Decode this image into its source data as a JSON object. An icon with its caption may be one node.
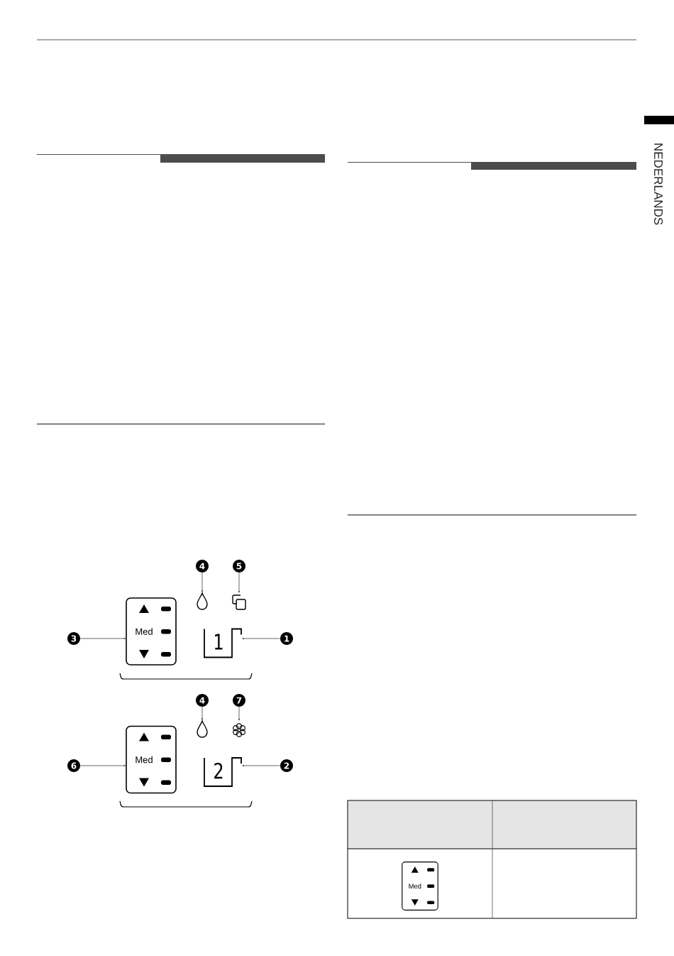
{
  "diagram": {
    "nodes": [
      {
        "text": [
          "4"
        ]
      },
      {
        "text": [
          "5"
        ]
      },
      {
        "text": [
          "3"
        ]
      },
      {
        "text": [
          "1"
        ]
      },
      {
        "text": [
          "Med"
        ]
      },
      {
        "text": [],
        "shape": "drop"
      },
      {
        "text": [],
        "shape": "copy"
      },
      {
        "text": [
          "1"
        ]
      },
      {
        "text": [
          "4"
        ]
      },
      {
        "text": [
          "7"
        ]
      },
      {
        "text": [
          "6"
        ]
      },
      {
        "text": [
          "2"
        ]
      },
      {
        "text": [
          "Med"
        ]
      },
      {
        "text": [],
        "shape": "drop"
      },
      {
        "text": [],
        "shape": "flower"
      },
      {
        "text": [
          "2"
        ]
      },
      {
        "text": [
          "Med"
        ]
      }
    ],
    "edges": [
      {
        "from": 0,
        "to": 5,
        "arrow": "to"
      },
      {
        "from": 1,
        "to": 6,
        "arrow": "to"
      },
      {
        "from": 2,
        "to": 4,
        "arrow": "to"
      },
      {
        "from": 3,
        "to": 7,
        "arrow": "to"
      },
      {
        "from": 8,
        "to": 13,
        "arrow": "to"
      },
      {
        "from": 9,
        "to": 14,
        "arrow": "to"
      },
      {
        "from": 10,
        "to": 12,
        "arrow": "to"
      },
      {
        "from": 11,
        "to": 15,
        "arrow": "to"
      }
    ],
    "labels": [
      "NEDERLANDS"
    ]
  }
}
